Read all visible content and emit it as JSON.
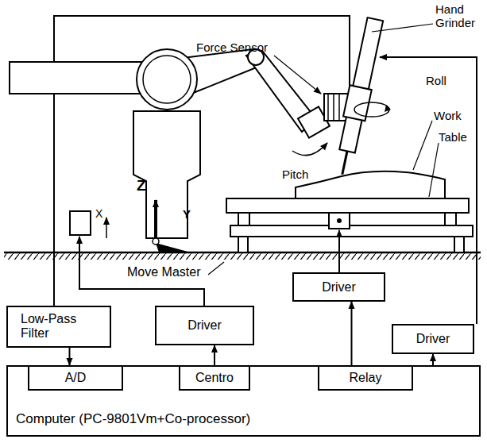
{
  "diagram": {
    "nodes": [
      {
        "text": [
          "Driver"
        ]
      },
      {
        "text": [
          "Low-Pass Filter"
        ]
      },
      {
        "text": [
          "Driver"
        ]
      },
      {
        "text": [
          "Driver"
        ]
      },
      {
        "text": [
          "Computer (PC-9801Vm+Co-processor)"
        ]
      },
      {
        "text": [
          "A/D"
        ],
        "in": 4
      },
      {
        "text": [
          "Centro"
        ],
        "in": 4
      },
      {
        "text": [
          "Relay"
        ],
        "in": 4
      }
    ],
    "edges": [
      {
        "from": 1,
        "to": 5,
        "arrow": "to"
      },
      {
        "from": 6,
        "to": 2,
        "arrow": "to"
      },
      {
        "from": 7,
        "to": 0,
        "arrow": "to"
      },
      {
        "from": 7,
        "to": 3,
        "arrow": "to"
      }
    ],
    "labels": [
      "Hand Grinder",
      "Force Sensor",
      "Roll",
      "Work",
      "Table",
      "Pitch",
      "Z",
      "X",
      "Y",
      "Move Master"
    ]
  }
}
